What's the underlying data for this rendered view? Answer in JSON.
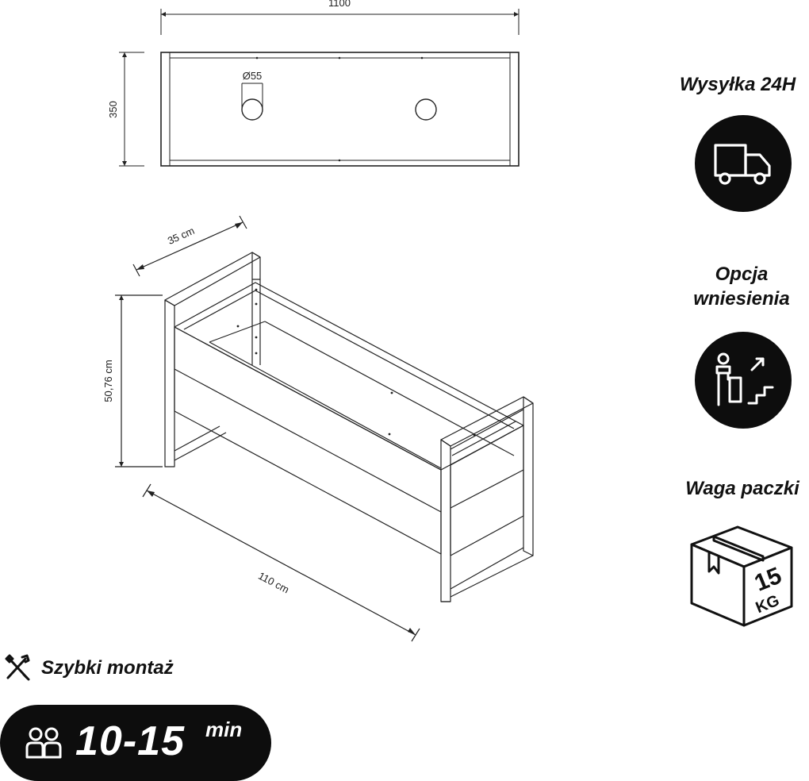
{
  "drawing": {
    "top_view": {
      "width_label": "1100",
      "depth_label": "350",
      "hole_label": "Ø55"
    },
    "iso_view": {
      "depth_label": "35 cm",
      "height_label": "50,76 cm",
      "length_label": "110 cm"
    }
  },
  "features": {
    "shipping": {
      "title": "Wysyłka 24H",
      "icon": "delivery-truck-icon"
    },
    "carry_in": {
      "title_line1": "Opcja",
      "title_line2": "wniesienia",
      "icon": "person-stairs-icon"
    },
    "weight": {
      "title": "Waga paczki",
      "icon": "package-box-icon",
      "value": "15",
      "unit": "KG"
    }
  },
  "assembly": {
    "label": "Szybki montaż",
    "icon": "tools-icon",
    "people_icon": "two-people-icon",
    "time": "10-15",
    "time_unit": "min"
  },
  "colors": {
    "ink": "#0d0d0d",
    "background": "#ffffff"
  }
}
